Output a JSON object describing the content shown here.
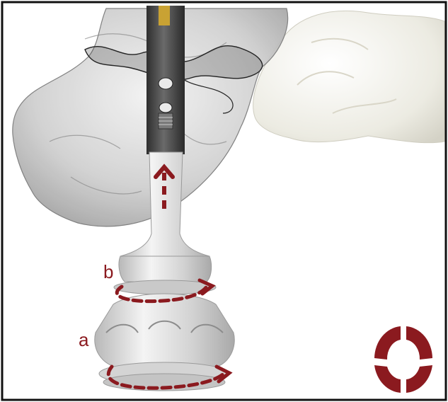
{
  "labels": {
    "a": "a",
    "b": "b"
  },
  "colors": {
    "accent": "#8b1a1f",
    "frame": "#111111",
    "rod": "#4a4a4a",
    "metal": "#d9d9d9",
    "bone_left": "#bfbfbf",
    "bone_right": "#ecebe2"
  },
  "icons": {
    "corner": "rotation-ring-icon",
    "arrows": [
      "upward-dashed-arrow",
      "rotation-arrow-b",
      "rotation-arrow-a"
    ]
  }
}
